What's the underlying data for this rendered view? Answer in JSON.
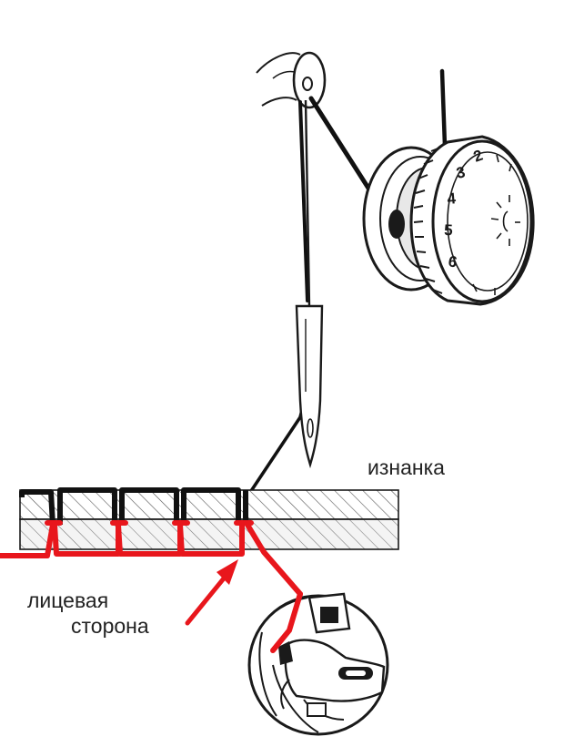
{
  "labels": {
    "wrong_side": "изнанка",
    "right_side_line1": "лицевая",
    "right_side_line2": "сторона"
  },
  "dial": {
    "numbers": [
      "2",
      "3",
      "4",
      "5",
      "6"
    ]
  },
  "colors": {
    "upper_thread": "#111111",
    "lower_thread": "#e8161c",
    "arrow": "#e8161c",
    "ink": "#1a1a1a"
  },
  "icons": [
    "needle-icon",
    "thread-tension-dial-icon",
    "thread-guide-icon",
    "bobbin-case-icon",
    "fabric-layers-icon",
    "arrow-icon"
  ]
}
